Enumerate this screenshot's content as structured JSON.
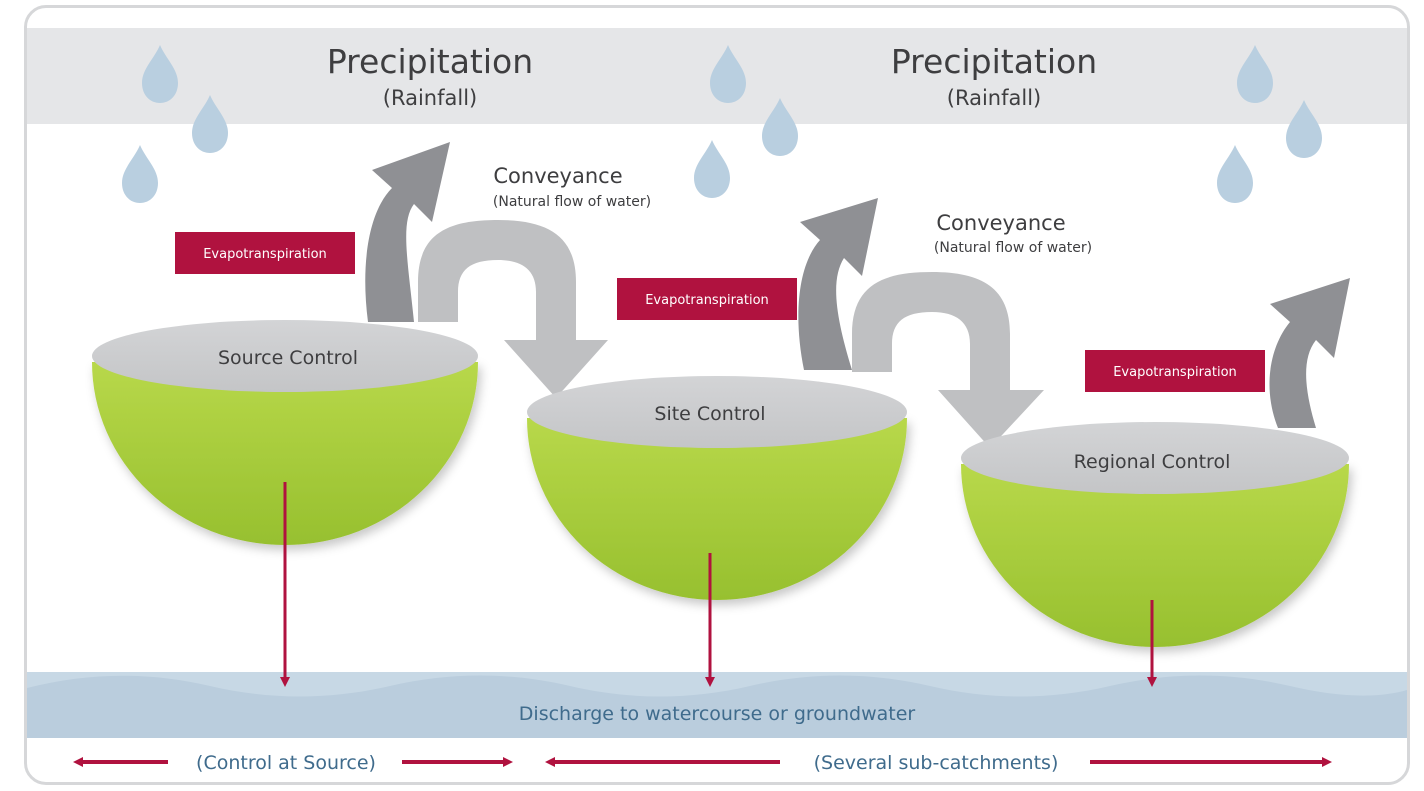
{
  "precipitation": [
    {
      "title": "Precipitation",
      "subtitle": "(Rainfall)"
    },
    {
      "title": "Precipitation",
      "subtitle": "(Rainfall)"
    }
  ],
  "conveyance": [
    {
      "title": "Conveyance",
      "subtitle": "(Natural flow of water)"
    },
    {
      "title": "Conveyance",
      "subtitle": "(Natural flow of water)"
    }
  ],
  "evapotranspiration": [
    "Evapotranspiration",
    "Evapotranspiration",
    "Evapotranspiration"
  ],
  "bowls": [
    "Source Control",
    "Site Control",
    "Regional Control"
  ],
  "discharge": "Discharge to watercourse or groundwater",
  "scale": {
    "left": "(Control at Source)",
    "right": "(Several sub-catchments)"
  },
  "colors": {
    "bowl_green": "#a6cc3a",
    "badge_crimson": "#b0123f",
    "drop_blue": "#b9cfe0",
    "band_grey": "#e5e6e8",
    "water_blue": "#c7d8e5"
  }
}
